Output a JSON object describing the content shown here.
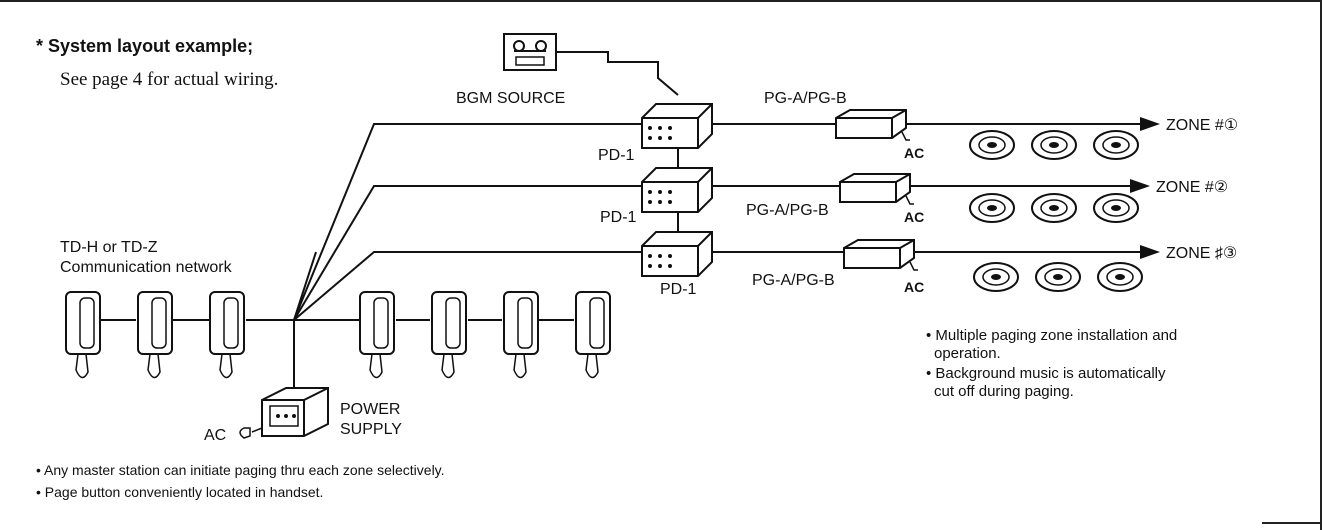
{
  "heading": {
    "title": "* System layout example;",
    "subtitle": "See page 4 for actual wiring."
  },
  "labels": {
    "bgm_source": "BGM SOURCE",
    "network_line1": "TD-H or TD-Z",
    "network_line2": "Communication network",
    "ac_power": "AC",
    "power_supply_line1": "POWER",
    "power_supply_line2": "SUPPLY",
    "pd1": [
      "PD-1",
      "PD-1",
      "PD-1"
    ],
    "pg_amp": [
      "PG-A/PG-B",
      "PG-A/PG-B",
      "PG-A/PG-B"
    ],
    "amp_ac": [
      "AC",
      "AC",
      "AC"
    ],
    "zones": [
      "ZONE #①",
      "ZONE #②",
      "ZONE ♯③"
    ]
  },
  "notes_right": [
    "• Multiple paging zone installation and",
    "operation.",
    "• Background music is automatically",
    "cut off during paging."
  ],
  "notes_bottom": [
    "• Any master station can initiate paging thru each zone selectively.",
    "• Page button conveniently located in handset."
  ],
  "colors": {
    "ink": "#111111",
    "paper": "#ffffff"
  },
  "icons": [
    "tape-deck-icon",
    "paging-unit-icon",
    "amplifier-icon",
    "speaker-icon",
    "master-station-icon",
    "power-supply-icon",
    "plug-icon",
    "arrow-icon"
  ]
}
